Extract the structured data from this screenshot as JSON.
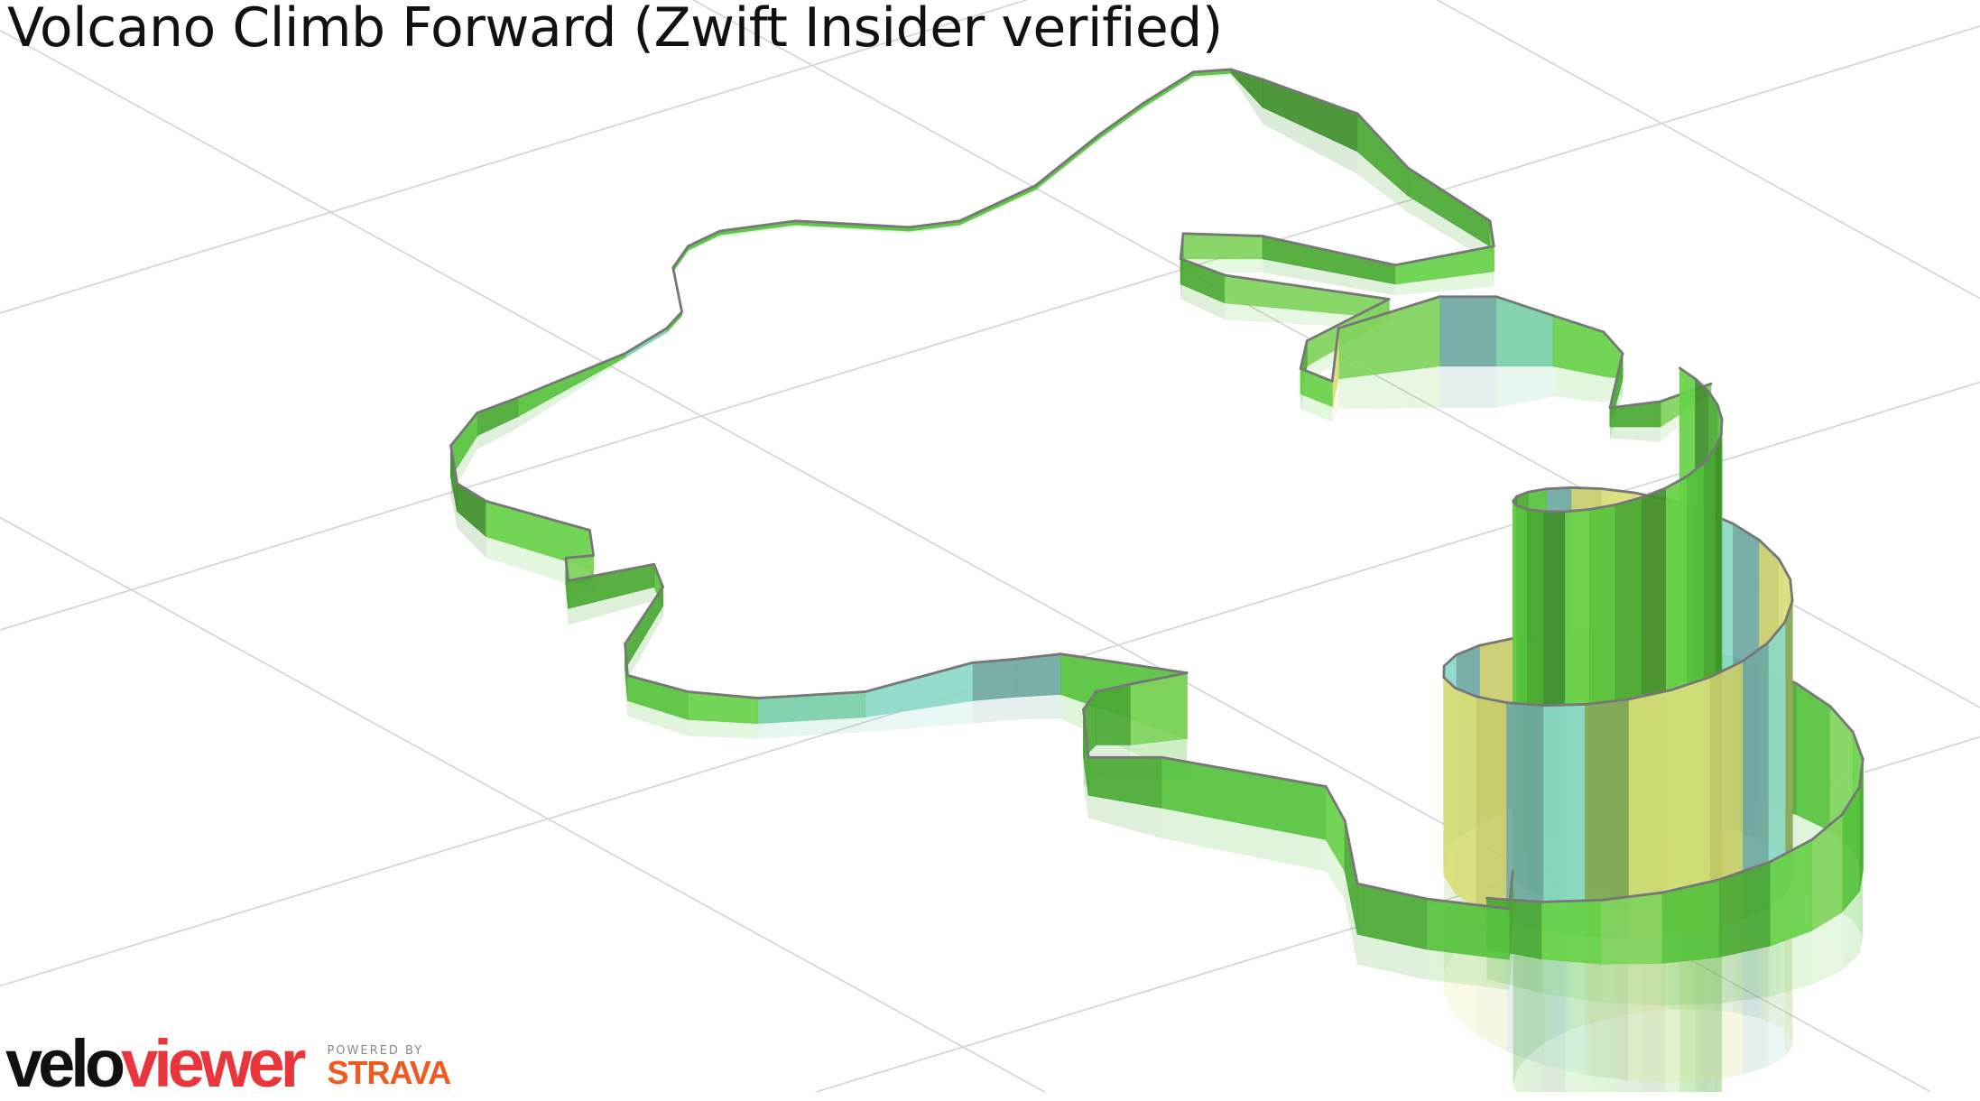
{
  "title": "Volcano Climb Forward (Zwift Insider verified)",
  "logo": {
    "velo": "velo",
    "viewer": "viewer",
    "powered_by": "POWERED BY",
    "strava": "STRAVA"
  },
  "colors": {
    "grid": "#d4d4d4",
    "edge": "#777777",
    "palette": [
      "#55c23c",
      "#4aa832",
      "#66d146",
      "#3f8f2b",
      "#7fd35c",
      "#78cfa8",
      "#6fa8a2",
      "#d8de78",
      "#c9cc6a",
      "#86a85a",
      "#8ad9c8",
      "#5b9b94"
    ]
  }
}
